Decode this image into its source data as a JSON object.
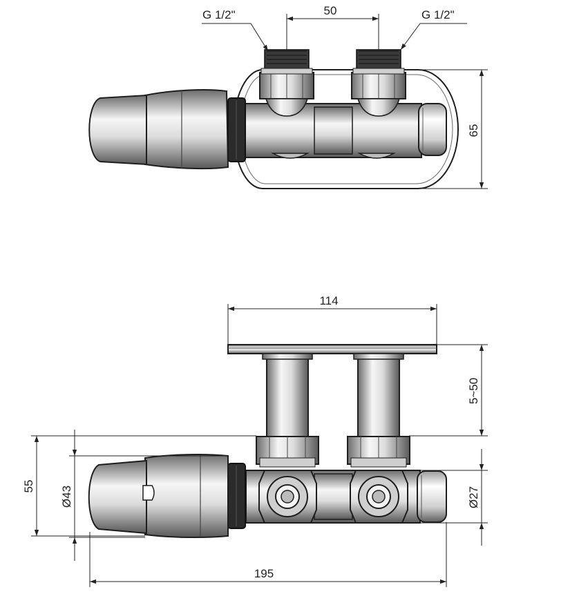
{
  "top_view": {
    "left_thread_label": "G 1/2\"",
    "right_thread_label": "G 1/2\"",
    "spacing_label": "50",
    "height_label": "65"
  },
  "front_view": {
    "plate_width_label": "114",
    "adjust_range_label": "5~50",
    "height_label": "55",
    "head_diameter_label": "Ø43",
    "body_diameter_label": "Ø27",
    "total_length_label": "195"
  },
  "colors": {
    "line": "#1e1e1e",
    "metal_dark": "#7a7a7a",
    "metal_light": "#f4f4f4",
    "thread": "#2a2a2a"
  }
}
